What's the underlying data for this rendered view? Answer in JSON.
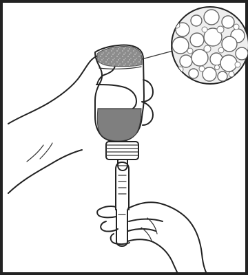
{
  "illustration": {
    "elements": [
      "outer-frame",
      "left-hand",
      "inverted-bottle",
      "foam-layer",
      "liquid",
      "bottle-cap",
      "dropper-tip",
      "syringe-barrel",
      "syringe-plunger",
      "bottom-hand",
      "zoom-circle",
      "zoom-bubbles"
    ]
  },
  "colors": {
    "stroke": "#222222",
    "liquid": "#7a7a7a",
    "foam": "#8e8e8e",
    "background": "#ffffff"
  }
}
